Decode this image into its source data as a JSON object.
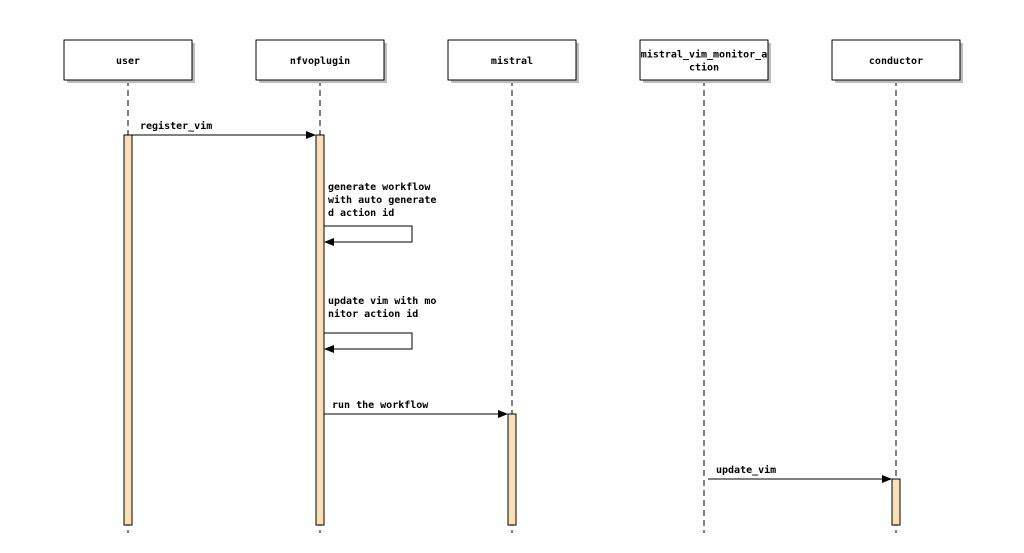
{
  "colors": {
    "background": "#ffffff",
    "line": "#000000",
    "activation_fill": "#fbdfb6",
    "shadow": "#bdbdbd"
  },
  "actors": [
    {
      "id": "user",
      "label_lines": [
        "user"
      ]
    },
    {
      "id": "nfvoplugin",
      "label_lines": [
        "nfvoplugin"
      ]
    },
    {
      "id": "mistral",
      "label_lines": [
        "mistral"
      ]
    },
    {
      "id": "mistral_vim_monitor_action",
      "label_lines": [
        "mistral_vim_monitor_a",
        "ction"
      ]
    },
    {
      "id": "conductor",
      "label_lines": [
        "conductor"
      ]
    }
  ],
  "activations": [
    {
      "actor": "user",
      "from_step": 1,
      "to_step": 8
    },
    {
      "actor": "nfvoplugin",
      "from_step": 1,
      "to_step": 8
    },
    {
      "actor": "mistral",
      "from_step": 6,
      "to_step": 8
    },
    {
      "actor": "conductor",
      "from_step": 7,
      "to_step": 8
    }
  ],
  "messages": [
    {
      "from": "user",
      "to": "nfvoplugin",
      "type": "arrow",
      "label_lines": [
        "register_vim"
      ]
    },
    {
      "from": "nfvoplugin",
      "to": "nfvoplugin",
      "type": "self",
      "label_lines": [
        "generate workflow",
        "with auto generate",
        "d action id"
      ]
    },
    {
      "from": "nfvoplugin",
      "to": "nfvoplugin",
      "type": "self",
      "label_lines": [
        "update vim with mo",
        "nitor action id"
      ]
    },
    {
      "from": "nfvoplugin",
      "to": "mistral",
      "type": "arrow",
      "label_lines": [
        "run the workflow"
      ]
    },
    {
      "from": "mistral_vim_monitor_action",
      "to": "conductor",
      "type": "arrow",
      "label_lines": [
        "update_vim"
      ]
    }
  ]
}
